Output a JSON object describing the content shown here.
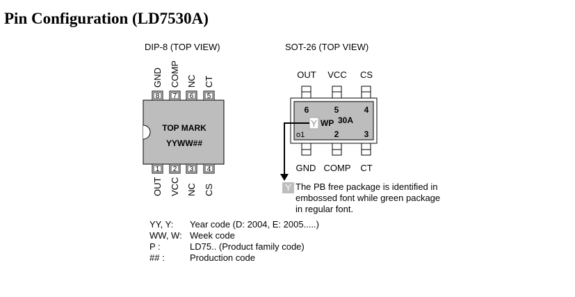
{
  "title": "Pin Configuration (LD7530A)",
  "dip": {
    "heading": "DIP-8 (TOP VIEW)",
    "top_pins": [
      {
        "num": "8",
        "name": "GND"
      },
      {
        "num": "7",
        "name": "COMP"
      },
      {
        "num": "6",
        "name": "NC"
      },
      {
        "num": "5",
        "name": "CT"
      }
    ],
    "bottom_pins": [
      {
        "num": "1",
        "name": "OUT"
      },
      {
        "num": "2",
        "name": "VCC"
      },
      {
        "num": "3",
        "name": "NC"
      },
      {
        "num": "4",
        "name": "CS"
      }
    ],
    "mark_line1": "TOP MARK",
    "mark_line2": "YYWW##"
  },
  "sot": {
    "heading": "SOT-26 (TOP VIEW)",
    "top_pins": [
      {
        "num": "6",
        "name": "OUT"
      },
      {
        "num": "5",
        "name": "VCC"
      },
      {
        "num": "4",
        "name": "CS"
      }
    ],
    "bottom_pins": [
      {
        "num": "1",
        "name": "GND"
      },
      {
        "num": "2",
        "name": "COMP"
      },
      {
        "num": "3",
        "name": "CT"
      }
    ],
    "pin1_marker": "o1",
    "y_marker": "Y",
    "wp": "WP",
    "code": "30A"
  },
  "note": {
    "y_marker": "Y",
    "line1": "The PB free package is identified in",
    "line2": "embossed font while green package",
    "line3": "in regular font."
  },
  "legend": [
    {
      "key": "YY,   Y:",
      "value": "Year code (D: 2004, E: 2005.....)"
    },
    {
      "key": "WW,  W:",
      "value": "Week code"
    },
    {
      "key": "P        :",
      "value": "LD75.. (Product family code)"
    },
    {
      "key": "##       :",
      "value": "Production code"
    }
  ]
}
